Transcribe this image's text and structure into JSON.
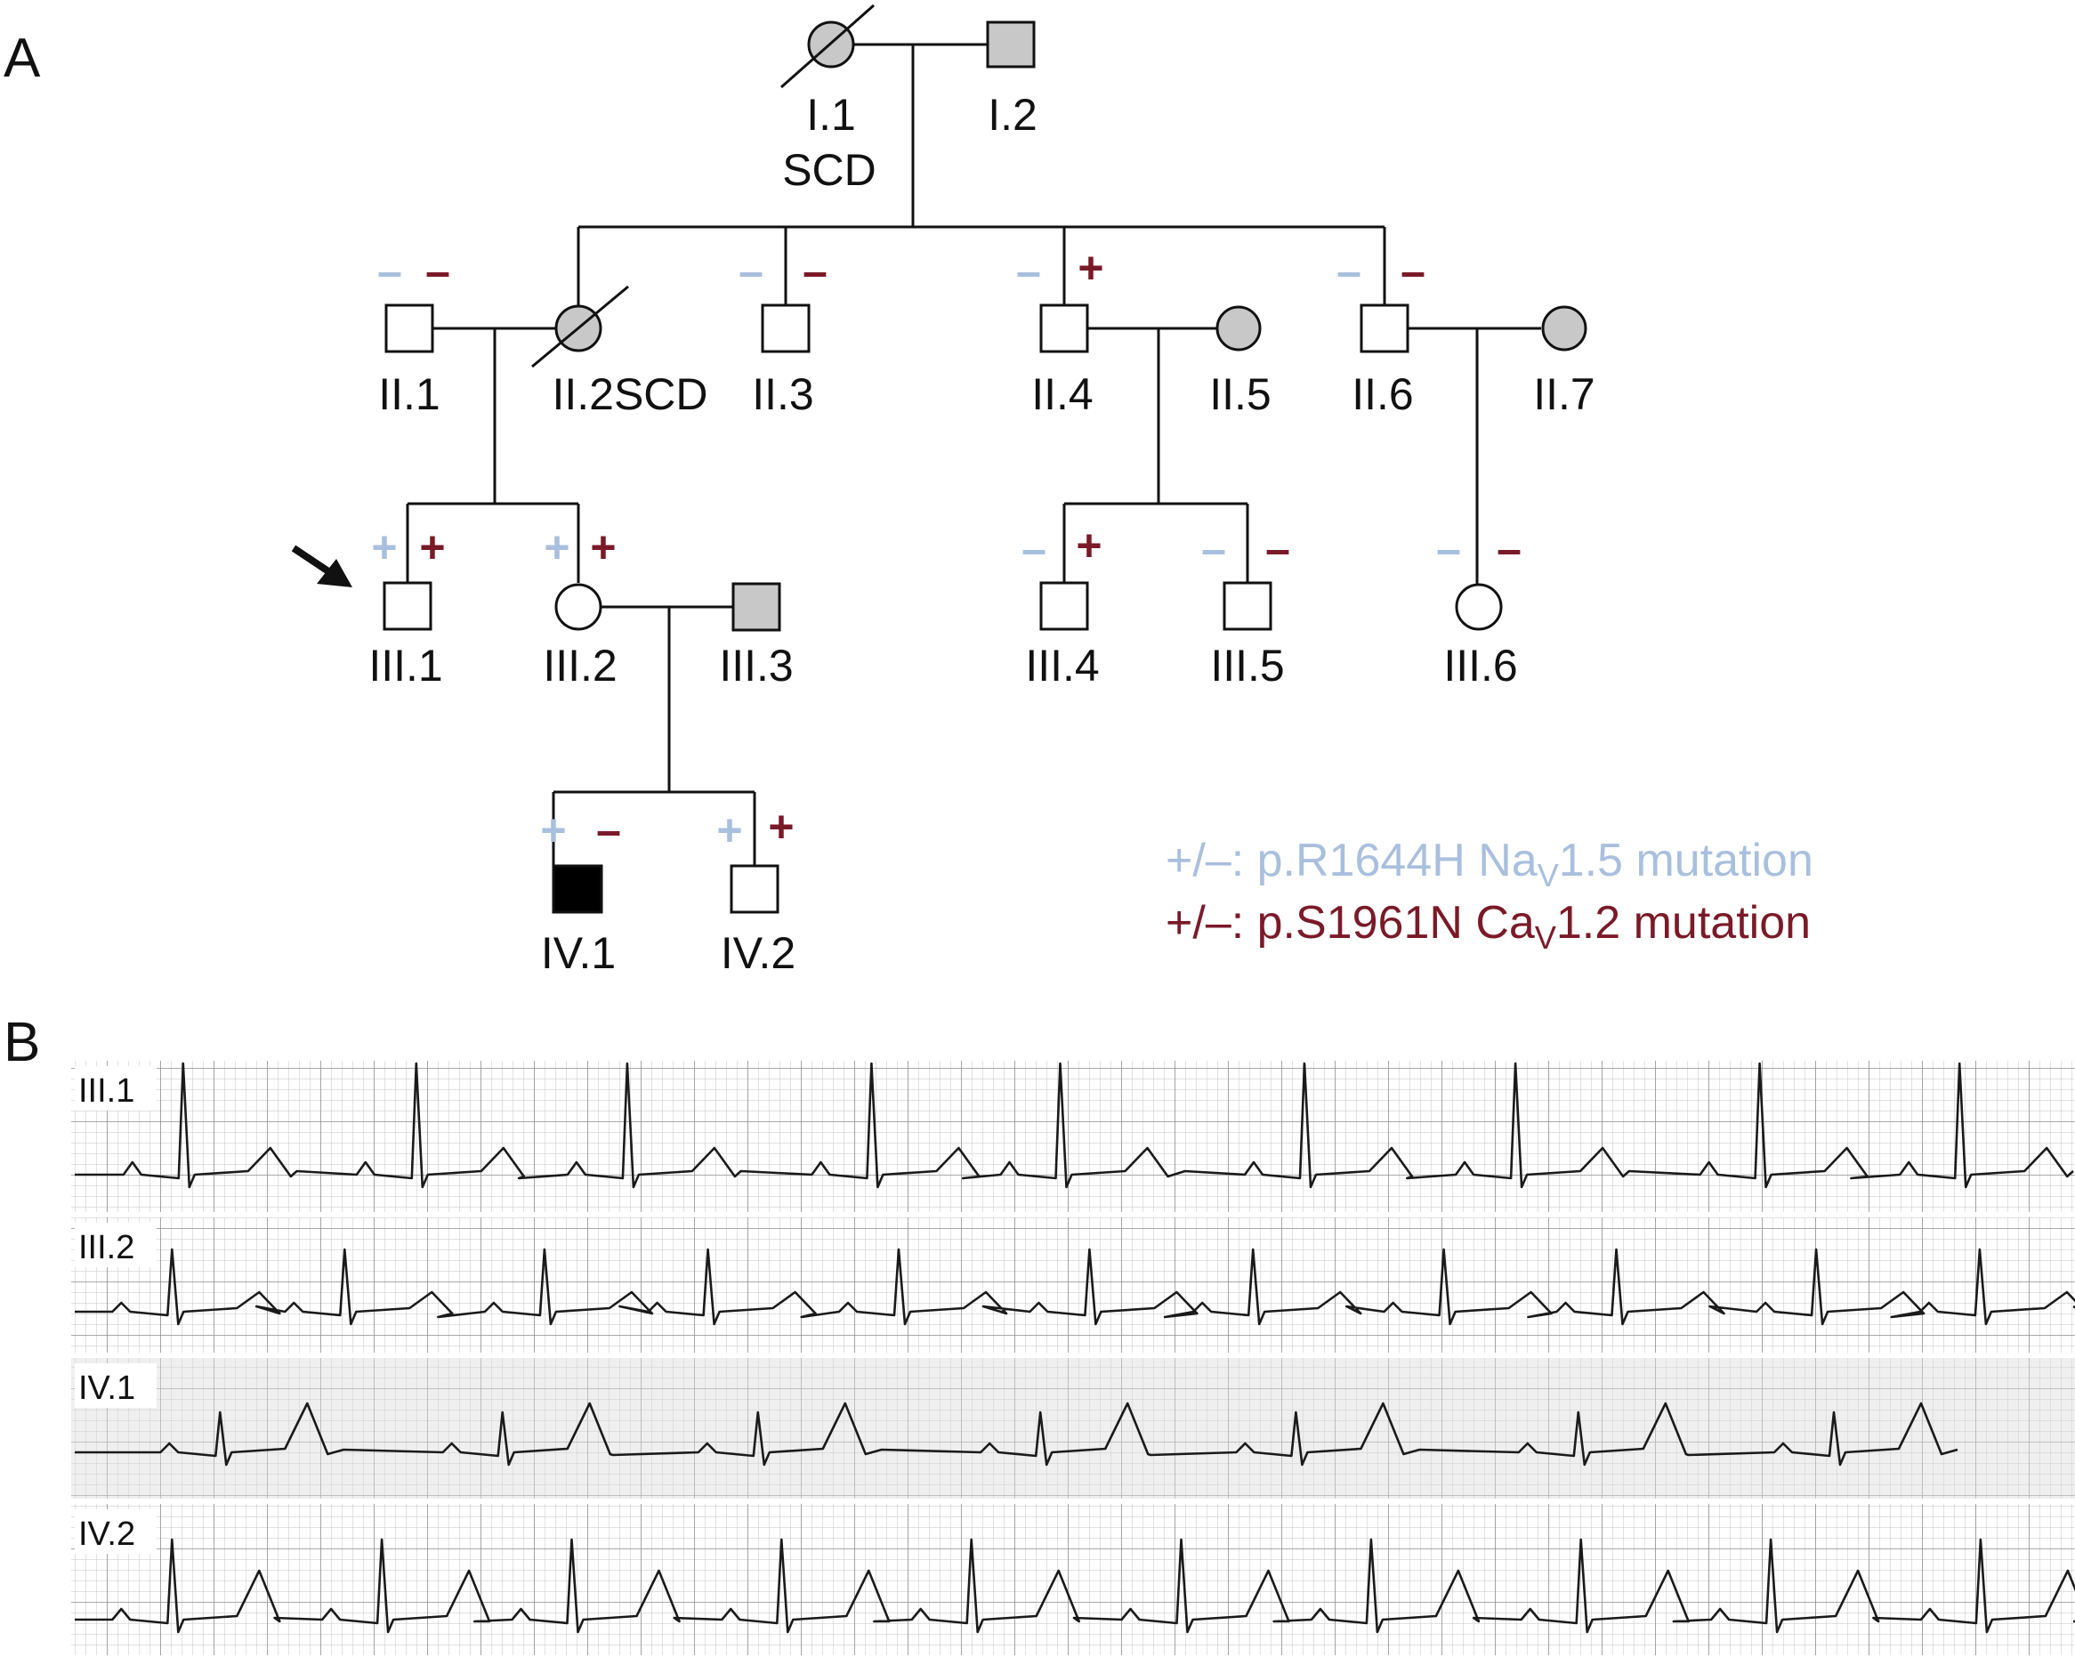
{
  "panels": {
    "a": "A",
    "b": "B"
  },
  "colors": {
    "affected_gray": "#c8c8c8",
    "affected_black": "#000000",
    "nav_blue": "#a9bfde",
    "cav_maroon": "#7a1a28",
    "ecg_grid": "#b9b9b9"
  },
  "pedigree": {
    "individuals": [
      {
        "id": "I.1",
        "label": "I.1",
        "sublabel": "SCD",
        "sex": "female",
        "status": "gray",
        "deceased": true
      },
      {
        "id": "I.2",
        "label": "I.2",
        "sex": "male",
        "status": "gray"
      },
      {
        "id": "II.1",
        "label": "II.1",
        "sex": "male",
        "status": "none",
        "nav": "–",
        "cav": "–"
      },
      {
        "id": "II.2",
        "label": "II.2SCD",
        "sex": "female",
        "status": "gray",
        "deceased": true
      },
      {
        "id": "II.3",
        "label": "II.3",
        "sex": "male",
        "status": "none",
        "nav": "–",
        "cav": "–"
      },
      {
        "id": "II.4",
        "label": "II.4",
        "sex": "male",
        "status": "none",
        "nav": "–",
        "cav": "+"
      },
      {
        "id": "II.5",
        "label": "II.5",
        "sex": "female",
        "status": "gray"
      },
      {
        "id": "II.6",
        "label": "II.6",
        "sex": "male",
        "status": "none",
        "nav": "–",
        "cav": "–"
      },
      {
        "id": "II.7",
        "label": "II.7",
        "sex": "female",
        "status": "gray"
      },
      {
        "id": "III.1",
        "label": "III.1",
        "sex": "male",
        "status": "none",
        "nav": "+",
        "cav": "+",
        "proband": true
      },
      {
        "id": "III.2",
        "label": "III.2",
        "sex": "female",
        "status": "none",
        "nav": "+",
        "cav": "+"
      },
      {
        "id": "III.3",
        "label": "III.3",
        "sex": "male",
        "status": "gray"
      },
      {
        "id": "III.4",
        "label": "III.4",
        "sex": "male",
        "status": "none",
        "nav": "–",
        "cav": "+"
      },
      {
        "id": "III.5",
        "label": "III.5",
        "sex": "male",
        "status": "none",
        "nav": "–",
        "cav": "–"
      },
      {
        "id": "III.6",
        "label": "III.6",
        "sex": "female",
        "status": "none",
        "nav": "–",
        "cav": "–"
      },
      {
        "id": "IV.1",
        "label": "IV.1",
        "sex": "male",
        "status": "black",
        "nav": "+",
        "cav": "–"
      },
      {
        "id": "IV.2",
        "label": "IV.2",
        "sex": "male",
        "status": "none",
        "nav": "+",
        "cav": "+"
      }
    ],
    "legend": [
      {
        "key": "nav",
        "prefix": "+/–: p.R1644H Na",
        "sub": "V",
        "suffix": "1.5 mutation"
      },
      {
        "key": "cav",
        "prefix": "+/–: p.S1961N Ca",
        "sub": "V",
        "suffix": "1.2 mutation"
      }
    ]
  },
  "ecg": {
    "strips": [
      {
        "label": "III.1"
      },
      {
        "label": "III.2"
      },
      {
        "label": "IV.1"
      },
      {
        "label": "IV.2"
      }
    ]
  }
}
